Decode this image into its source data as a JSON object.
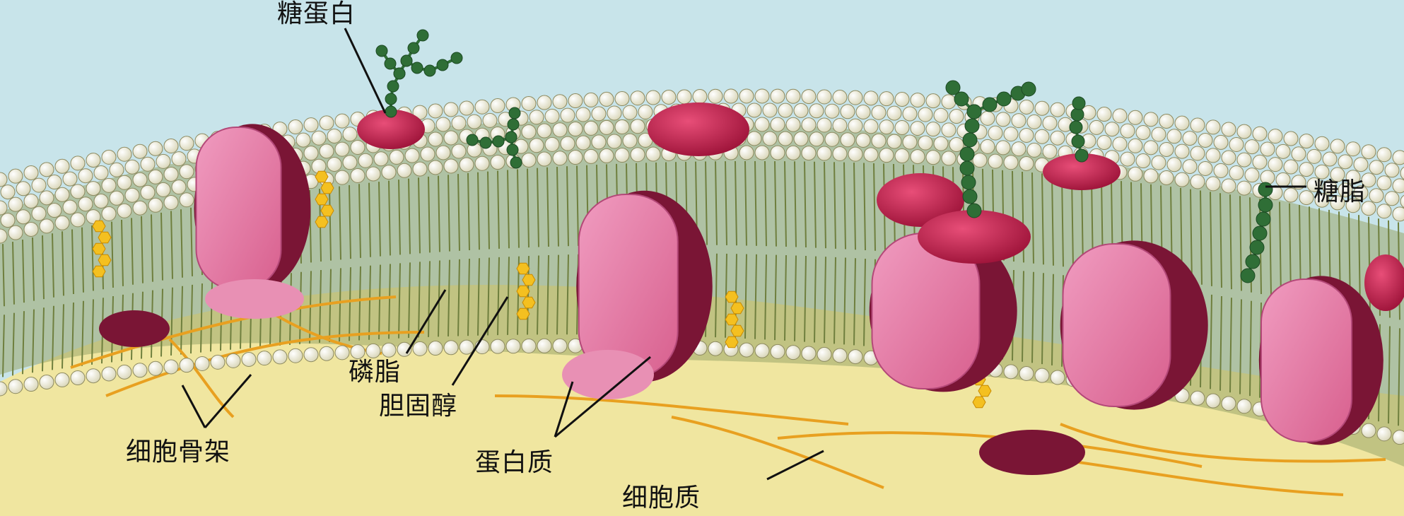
{
  "labels": {
    "glycoprotein": "糖蛋白",
    "glycolipid": "糖脂",
    "phospholipid": "磷脂",
    "cholesterol": "胆固醇",
    "cytoskeleton": "细胞骨架",
    "protein": "蛋白质",
    "cytoplasm": "细胞质"
  },
  "colors": {
    "extracellular": "#c8e4ea",
    "cytoplasm": "#f0e6a0",
    "lipid_head": "#f3f1de",
    "lipid_tail": "#6f7f3e",
    "protein_pink": "#e07aa4",
    "protein_dark": "#7a1535",
    "surface_protein": "#c42550",
    "sugar_chain": "#2f6e36",
    "cholesterol": "#f4c020",
    "cytoskeleton": "#e8a020"
  }
}
